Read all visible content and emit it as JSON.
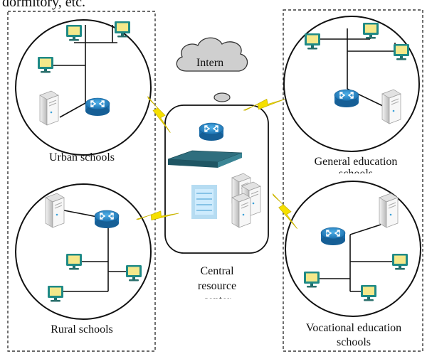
{
  "top_text": "dormitory, etc.",
  "cloud_label": "Intern",
  "groups": {
    "urban": {
      "label": "Urban schools"
    },
    "general": {
      "label_line1": "General education",
      "label_line2": "schools"
    },
    "rural": {
      "label": "Rural schools"
    },
    "vocational": {
      "label_line1": "Vocational education",
      "label_line2": "schools"
    }
  },
  "center": {
    "line1": "Central",
    "line2": "resource",
    "line3": "center"
  },
  "icons": {
    "computer": "monitor-icon",
    "server": "server-icon",
    "router": "router-icon",
    "switch": "switch-icon",
    "firewall": "firewall-icon",
    "cloud": "cloud-icon",
    "link": "lightning-icon"
  },
  "colors": {
    "router": "#2a86c6",
    "monitor_frame": "#1f8a86",
    "monitor_screen": "#f4e88a",
    "lightning": "#f6e000",
    "cloud": "#cfcfcf"
  }
}
